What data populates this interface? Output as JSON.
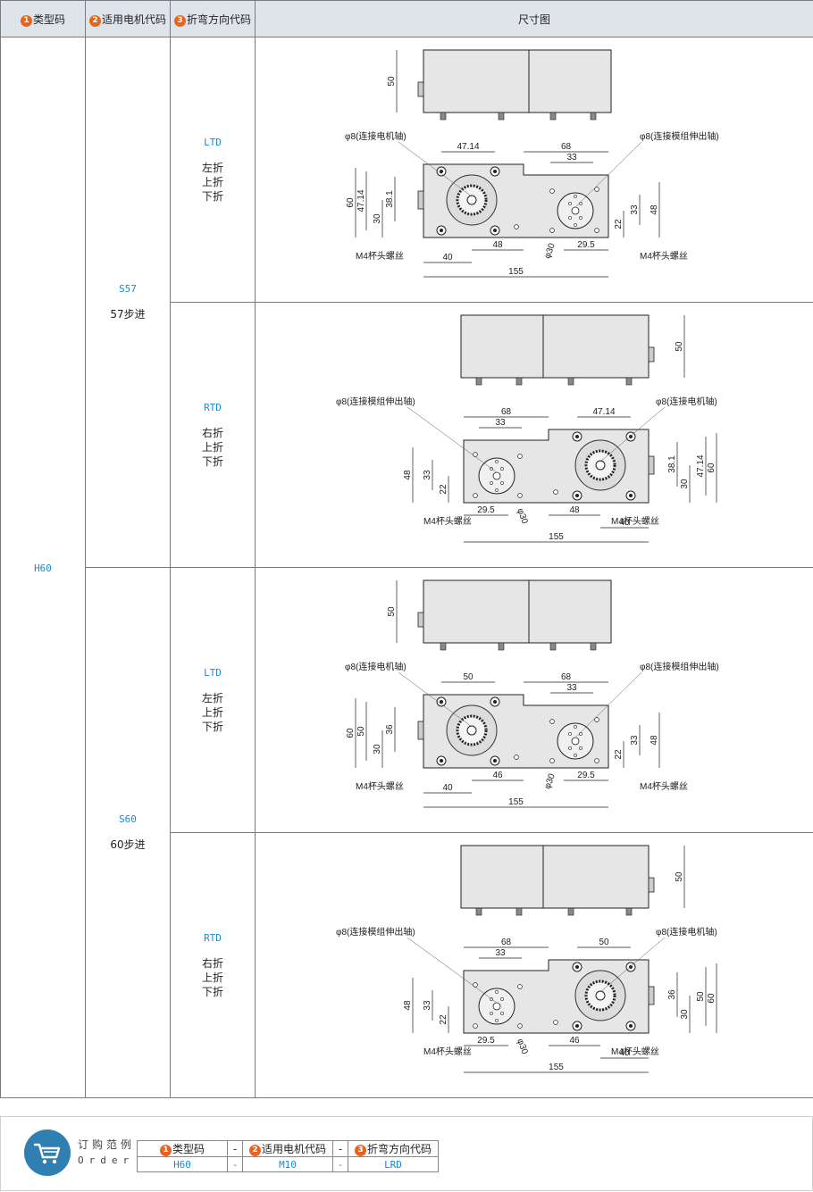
{
  "header": {
    "n1": "1",
    "col1": "类型码",
    "n2": "2",
    "col2": "适用电机代码",
    "n3": "3",
    "col3": "折弯方向代码",
    "col4": "尺寸图"
  },
  "type_code": "H60",
  "motors": [
    {
      "code": "S57",
      "desc": "57步进"
    },
    {
      "code": "S60",
      "desc": "60步进"
    }
  ],
  "directions": [
    {
      "code": "LTD",
      "lines": [
        "左折",
        "上折",
        "下折"
      ]
    },
    {
      "code": "RTD",
      "lines": [
        "右折",
        "上折",
        "下折"
      ]
    },
    {
      "code": "LTD",
      "lines": [
        "左折",
        "上折",
        "下折"
      ]
    },
    {
      "code": "RTD",
      "lines": [
        "右折",
        "上折",
        "下折"
      ]
    }
  ],
  "labels": {
    "motor_shaft": "φ8(连接电机轴)",
    "module_shaft": "φ8(连接模组伸出轴)",
    "screw": "M4杯头螺丝",
    "dia30": "φ30"
  },
  "dims_s57": {
    "h50": "50",
    "a": "47.14",
    "b": "68",
    "c": "33",
    "d": "60",
    "e": "47.14",
    "f": "38.1",
    "g": "30",
    "h": "48",
    "i": "40",
    "j": "29.5",
    "k": "22",
    "l": "33",
    "m": "48",
    "n": "155"
  },
  "dims_s60": {
    "h50": "50",
    "a": "50",
    "b": "68",
    "c": "33",
    "d": "60",
    "e": "50",
    "f": "36",
    "g": "30",
    "h": "46",
    "i": "40",
    "j": "29.5",
    "k": "22",
    "l": "33",
    "m": "48",
    "n": "155"
  },
  "order": {
    "title": "订购范例",
    "subtitle": "Order",
    "n1": "1",
    "h1": "类型码",
    "n2": "2",
    "h2": "适用电机代码",
    "n3": "3",
    "h3": "折弯方向代码",
    "dash": "-",
    "v1": "H60",
    "v2": "M10",
    "v3": "LRD"
  },
  "colors": {
    "header_bg": "#dfe4ea",
    "code_blue": "#1a8ad4",
    "badge_orange": "#e8641e",
    "cart_blue": "#2f7fb0"
  }
}
